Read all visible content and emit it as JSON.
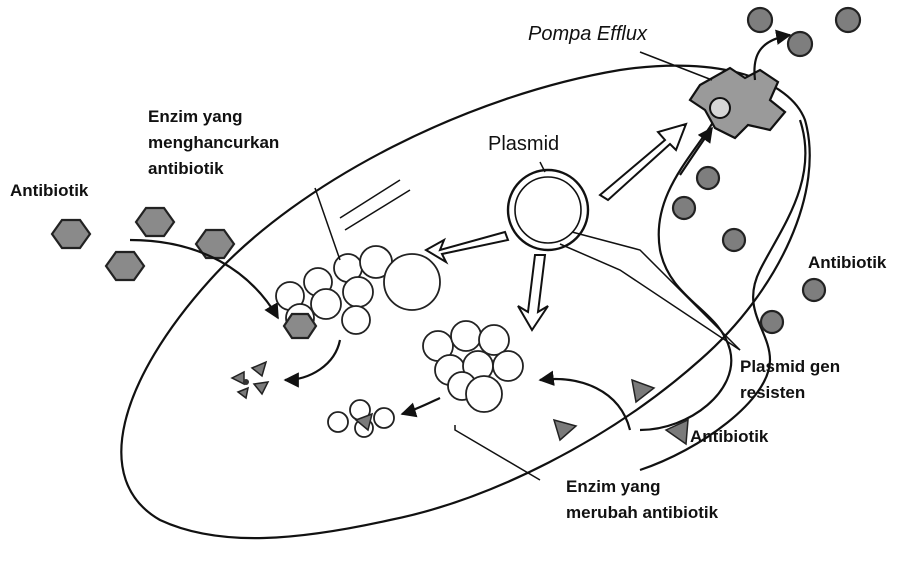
{
  "labels": {
    "pompa_efflux": "Pompa Efflux",
    "plasmid": "Plasmid",
    "enzim_penghancur_line1": "Enzim yang",
    "enzim_penghancur_line2": "menghancurkan",
    "enzim_penghancur_line3": "antibiotik",
    "antibiotik_left": "Antibiotik",
    "antibiotik_right": "Antibiotik",
    "antibiotik_bottom": "Antibiotik",
    "plasmid_gen_line1": "Plasmid gen",
    "plasmid_gen_line2": "resisten",
    "enzim_perubah_line1": "Enzim yang",
    "enzim_perubah_line2": "merubah antibiotik"
  },
  "colors": {
    "stroke": "#111111",
    "antibiotic_fill": "#8a8a8a",
    "background": "#ffffff"
  }
}
